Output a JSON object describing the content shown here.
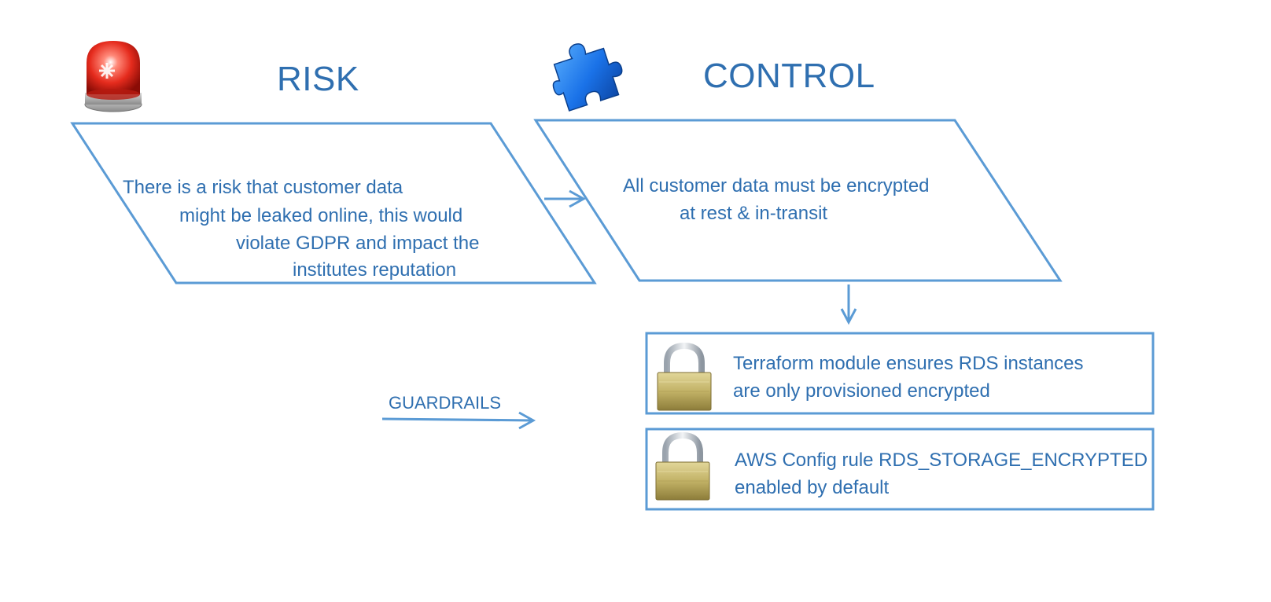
{
  "risk": {
    "heading": "RISK",
    "icon": "siren-icon",
    "lines": [
      "There is a risk that customer data",
      "might be leaked online, this would",
      "violate GDPR and impact the",
      "institutes reputation"
    ]
  },
  "control": {
    "heading": "CONTROL",
    "icon": "puzzle-piece-icon",
    "lines": [
      "All customer data must be encrypted",
      "at rest & in-transit"
    ]
  },
  "guardrails": {
    "label": "GUARDRAILS",
    "items": [
      {
        "icon": "padlock-icon",
        "lines": [
          "Terraform module ensures RDS instances",
          "are only provisioned encrypted"
        ]
      },
      {
        "icon": "padlock-icon",
        "lines": [
          "AWS Config rule RDS_STORAGE_ENCRYPTED",
          "enabled by default"
        ]
      }
    ]
  },
  "colors": {
    "accent": "#2f6fb0",
    "outline": "#5b9bd5",
    "siren_red": "#e02018",
    "puzzle_blue": "#1a6fe0",
    "lock_gold": "#c8b870"
  }
}
